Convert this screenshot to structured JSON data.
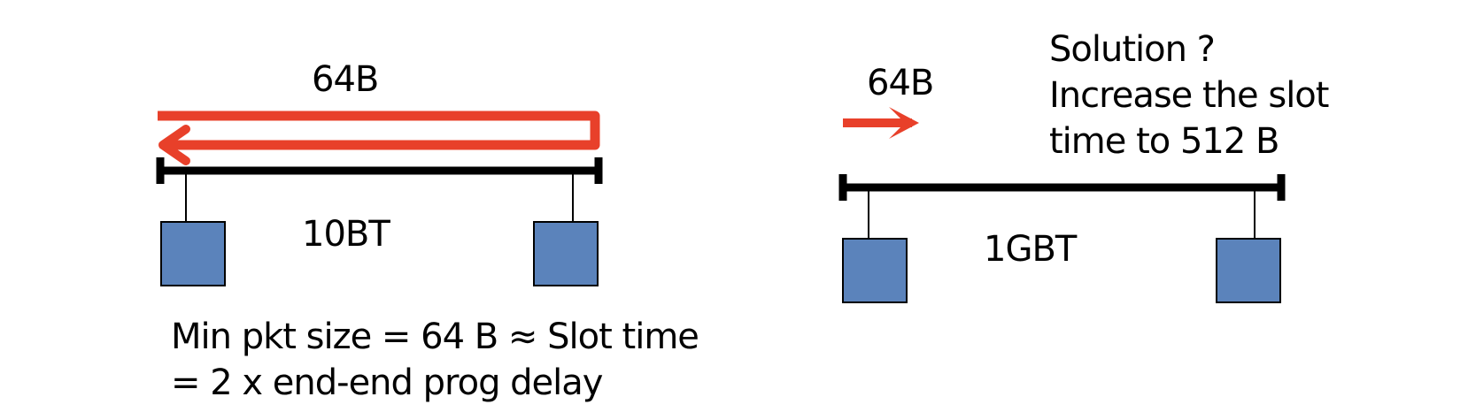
{
  "left_panel": {
    "packet_label": "64B",
    "link_label": "10BT",
    "caption_line1": "Min pkt size = 64 B ≈ Slot time",
    "caption_line2": "= 2 x end-end prog delay"
  },
  "right_panel": {
    "packet_label": "64B",
    "link_label": "1GBT",
    "solution_line1": "Solution ?",
    "solution_line2": "Increase the slot",
    "solution_line3": "time to 512 B"
  },
  "colors": {
    "signal": "#e8402a",
    "station_fill": "#5b83bb",
    "bus": "#000000"
  }
}
